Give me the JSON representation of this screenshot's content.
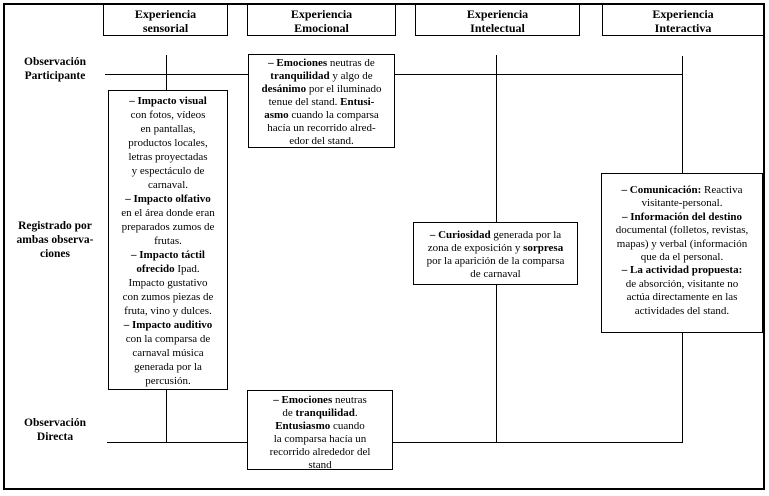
{
  "diagram": {
    "colors": {
      "line": "#000000",
      "background": "#ffffff",
      "text": "#000000"
    },
    "columns": [
      {
        "label": "Experiencia\nsensorial"
      },
      {
        "label": "Experiencia\nEmocional"
      },
      {
        "label": "Experiencia\nIntelectual"
      },
      {
        "label": "Experiencia\nInteractiva"
      }
    ],
    "rows": [
      {
        "label": "Observación\nParticipante"
      },
      {
        "label": "Registrado por\nambas observa-\nciones"
      },
      {
        "label": "Observación\nDirecta"
      }
    ],
    "cells": {
      "sensorial": {
        "segments": [
          {
            "b": true,
            "t": "– Impacto visual"
          },
          {
            "b": false,
            "t": "\ncon fotos, vídeos\nen pantallas,\nproductos locales,\nletras proyectadas\ny espectáculo de\ncarnaval.\n"
          },
          {
            "b": true,
            "t": "– Impacto olfativo"
          },
          {
            "b": false,
            "t": "\nen el área donde eran\npreparados zumos de\nfrutas.\n"
          },
          {
            "b": true,
            "t": "– Impacto táctil\nofrecido"
          },
          {
            "b": false,
            "t": " Ipad.\nImpacto gustativo\ncon zumos piezas de\nfruta, vino y dulces.\n"
          },
          {
            "b": true,
            "t": "– Impacto auditivo"
          },
          {
            "b": false,
            "t": "\ncon la comparsa de\ncarnaval música\ngenerada por la\npercusión."
          }
        ]
      },
      "emocional_participante": {
        "segments": [
          {
            "b": true,
            "t": "– Emociones"
          },
          {
            "b": false,
            "t": " neutras de\n"
          },
          {
            "b": true,
            "t": "tranquilidad"
          },
          {
            "b": false,
            "t": " y algo de\n"
          },
          {
            "b": true,
            "t": "desánimo"
          },
          {
            "b": false,
            "t": " por el iluminado\ntenue del stand. "
          },
          {
            "b": true,
            "t": "Entusi-\nasmo"
          },
          {
            "b": false,
            "t": " cuando la comparsa\nhacía un recorrido alred-\nedor del stand."
          }
        ]
      },
      "intelectual": {
        "segments": [
          {
            "b": true,
            "t": "– Curiosidad"
          },
          {
            "b": false,
            "t": " generada por la\nzona de exposición y "
          },
          {
            "b": true,
            "t": "sorpresa"
          },
          {
            "b": false,
            "t": "\npor la aparición de la comparsa\nde carnaval"
          }
        ]
      },
      "interactiva": {
        "segments": [
          {
            "b": true,
            "t": "– Comunicación:"
          },
          {
            "b": false,
            "t": " Reactiva\nvisitante-personal.\n"
          },
          {
            "b": true,
            "t": "– Información del destino"
          },
          {
            "b": false,
            "t": "\ndocumental (folletos, revistas,\nmapas) y verbal (información\nque da el personal.\n"
          },
          {
            "b": true,
            "t": "– La actividad propuesta:"
          },
          {
            "b": false,
            "t": "\nde absorción, visitante no\nactúa directamente en las\nactividades del stand."
          }
        ]
      },
      "emocional_directa": {
        "segments": [
          {
            "b": true,
            "t": "– Emociones"
          },
          {
            "b": false,
            "t": " neutras\nde "
          },
          {
            "b": true,
            "t": "tranquilidad"
          },
          {
            "b": false,
            "t": ".\n"
          },
          {
            "b": true,
            "t": "Entusiasmo"
          },
          {
            "b": false,
            "t": " cuando\nla comparsa hacía un\nrecorrido alrededor del\nstand"
          }
        ]
      }
    }
  }
}
